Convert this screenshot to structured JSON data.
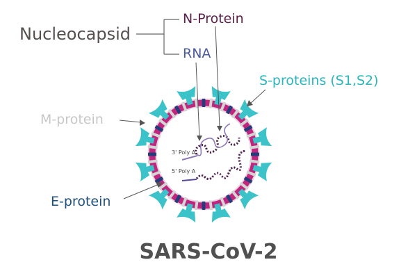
{
  "labels": {
    "nucleocapsid": "Nucleocapsid",
    "n_protein": "N-Protein",
    "rna": "RNA",
    "s_proteins": "S-proteins (S1,S2)",
    "m_protein": "M-protein",
    "e_protein": "E-protein",
    "poly_a_3": "3' Poly A",
    "poly_a_5": "5' Poly A"
  },
  "title": "SARS-CoV-2",
  "colors": {
    "spike": "#3cc3c9",
    "membrane": "#c0267d",
    "envelope_dark": "#243d7a",
    "m_protein_grey": "#d4d4d4",
    "rna_strand": "#4c1d44",
    "rna_dots": "#8e79b5",
    "nucleocapsid_text": "#55504f",
    "n_protein_text": "#5b1f4a",
    "rna_text": "#4a5b9a",
    "s_protein_text": "#2bb5be",
    "m_protein_text": "#c8c8c8",
    "e_protein_text": "#1f4f7a",
    "title_text": "#505050"
  }
}
